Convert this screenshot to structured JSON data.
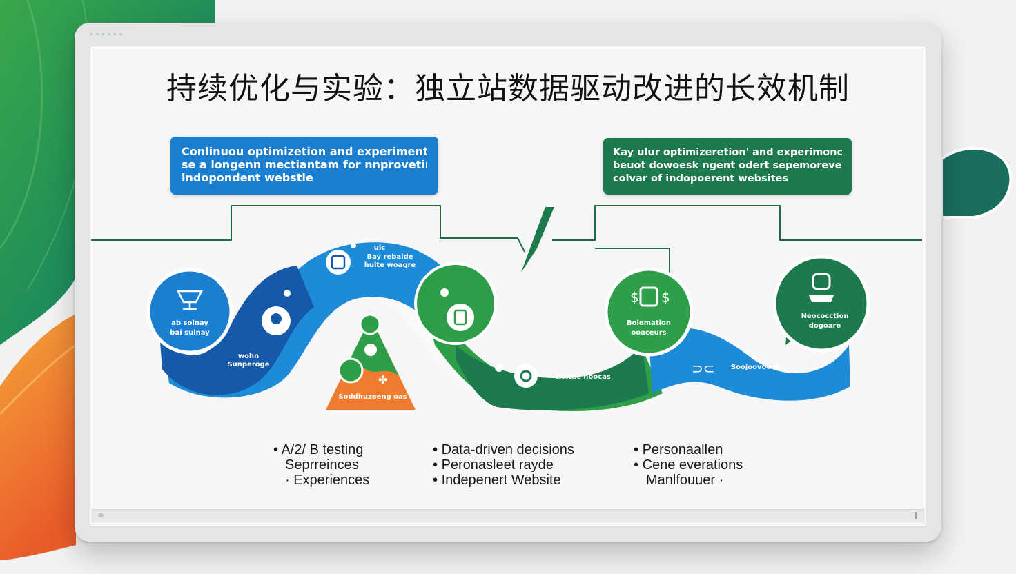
{
  "title": "持续优化与实验：独立站数据驱动改进的长效机制",
  "callouts": [
    {
      "lines": [
        "Conlinuou optimizetion and experimention",
        "se a longenn mectiantam for nnproveting",
        "indopondent webstie"
      ]
    },
    {
      "lines": [
        "Kay ulur optimizeretion' and experimonction",
        "beuot dowoesk ngent odert sepemoreveno to eny",
        "colvar of indopoerent websites"
      ]
    }
  ],
  "nodes": [
    {
      "label1": "ab solnay",
      "label2": "bai sulnay"
    },
    {
      "label1": "uic",
      "label2": "Bay rebaide",
      "label3": "hulte woagre"
    },
    {
      "label1": "Bolemation",
      "label2": "ooaceurs"
    },
    {
      "label1": "Neococction",
      "label2": "dogoare"
    },
    {
      "label1": "Soddhuzeeng oas"
    },
    {
      "label1": "Rolthe noocas"
    },
    {
      "label1": "Soojoovoonk"
    },
    {
      "label1": "wohn",
      "label2": "Sunperoge"
    }
  ],
  "bullets": [
    [
      "A/2/ B testing",
      "Seprreinces",
      "Experiences"
    ],
    [
      "Data-driven decisions",
      "Peronasleet rayde",
      "Indepenert Website"
    ],
    [
      "Personaallen",
      "Cene everations",
      "Manlfouuer"
    ]
  ],
  "colors": {
    "blue": "#1b7fd1",
    "dark_blue": "#1559a8",
    "green": "#2e9e48",
    "dark_green": "#1c7a4d",
    "orange": "#ef7b2e"
  }
}
